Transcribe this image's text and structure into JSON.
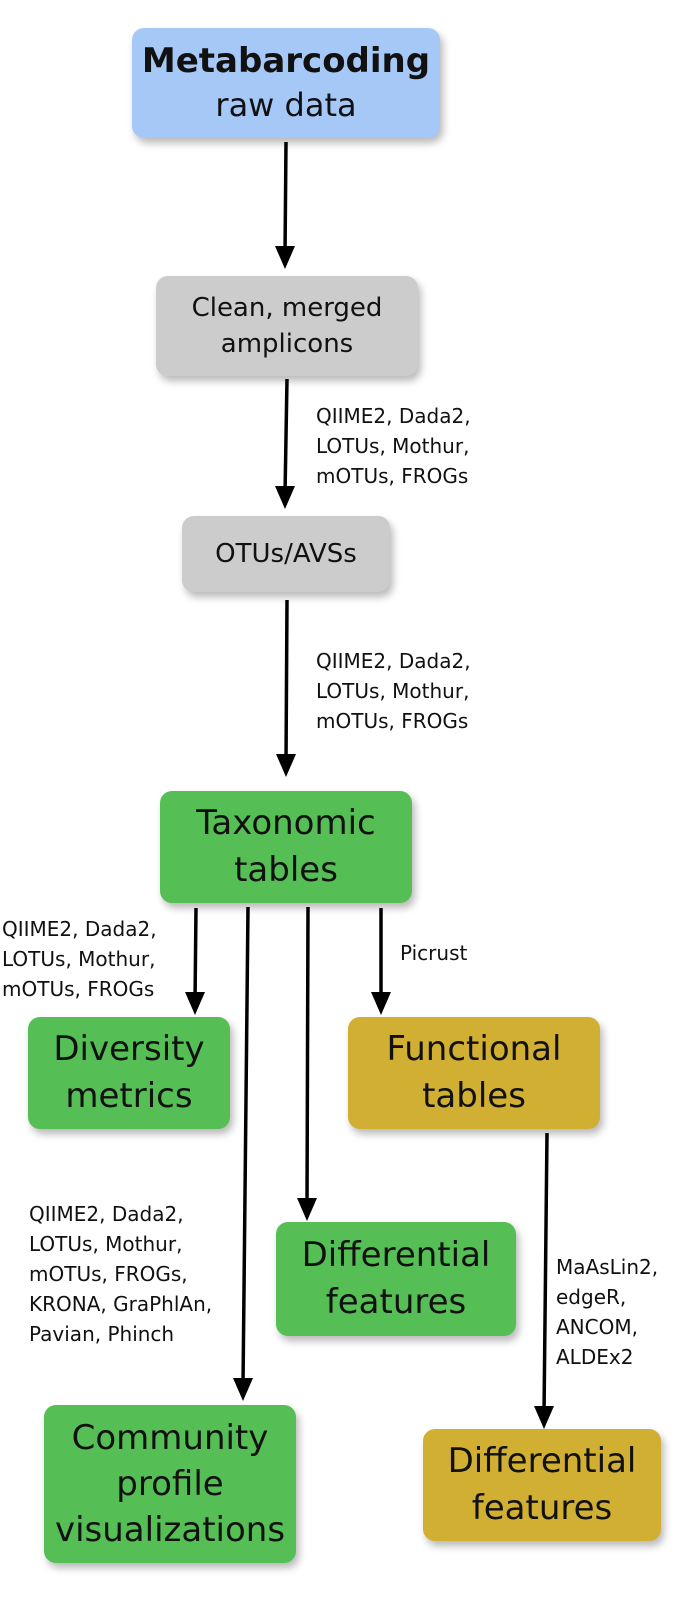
{
  "nodes": {
    "raw": {
      "title": "Metabarcoding",
      "subtitle": "raw data"
    },
    "clean": {
      "line1": "Clean, merged",
      "line2": "amplicons"
    },
    "otus": {
      "label": "OTUs/AVSs"
    },
    "taxonomic": {
      "line1": "Taxonomic",
      "line2": "tables"
    },
    "diversity": {
      "line1": "Diversity",
      "line2": "metrics"
    },
    "functional": {
      "line1": "Functional",
      "line2": "tables"
    },
    "diff_green": {
      "line1": "Differential",
      "line2": "features"
    },
    "community": {
      "line1": "Community",
      "line2": "profile",
      "line3": "visualizations"
    },
    "diff_gold": {
      "line1": "Differential",
      "line2": "features"
    }
  },
  "tool_labels": {
    "clean_to_otus": [
      "QIIME2, Dada2,",
      "LOTUs, Mothur,",
      "mOTUs, FROGs"
    ],
    "otus_to_taxonomic": [
      "QIIME2, Dada2,",
      "LOTUs, Mothur,",
      "mOTUs, FROGs"
    ],
    "taxonomic_to_diversity": [
      "QIIME2, Dada2,",
      "LOTUs, Mothur,",
      "mOTUs, FROGs"
    ],
    "taxonomic_to_functional": [
      "Picrust"
    ],
    "taxonomic_to_community": [
      "QIIME2, Dada2,",
      "LOTUs, Mothur,",
      "mOTUs, FROGs,",
      "KRONA, GraPhlAn,",
      "Pavian, Phinch"
    ],
    "functional_to_diff": [
      "MaAsLin2,",
      "edgeR,",
      "ANCOM,",
      "ALDEx2"
    ]
  },
  "colors": {
    "raw": "#a6c8f7",
    "intermediate": "#cccccc",
    "taxonomic_branch": "#55bf55",
    "functional_branch": "#d1af33",
    "arrow": "#000000"
  }
}
